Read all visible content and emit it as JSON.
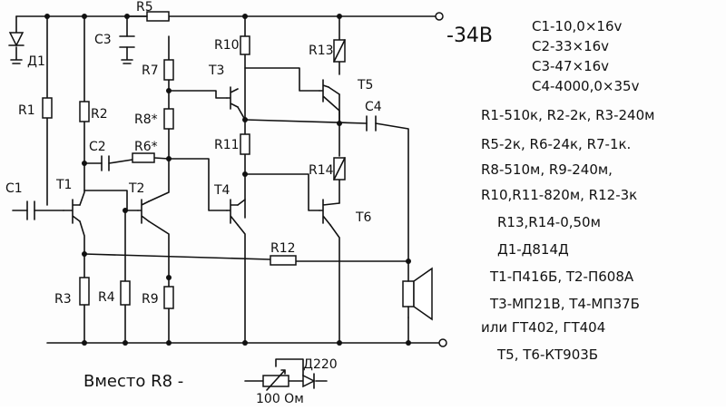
{
  "supply": "-34В",
  "labels": {
    "D1": "Д1",
    "R1": "R1",
    "R2": "R2",
    "R3": "R3",
    "R4": "R4",
    "R5": "R5",
    "R6": "R6*",
    "R7": "R7",
    "R8": "R8*",
    "R9": "R9",
    "R10": "R10",
    "R11": "R11",
    "R12": "R12",
    "R13": "R13",
    "R14": "R14",
    "C1": "C1",
    "C2": "C2",
    "C3": "C3",
    "C4": "C4",
    "T1": "T1",
    "T2": "T2",
    "T3": "T3",
    "T4": "T4",
    "T5": "T5",
    "T6": "T6"
  },
  "parts_list": [
    "C1-10,0×16v",
    "C2-33×16v",
    "C3-47×16v",
    "C4-4000,0×35v",
    "R1-510к, R2-2к, R3-240м",
    "R5-2к, R6-24к, R7-1к.",
    "R8-510м, R9-240м,",
    "R10,R11-820м, R12-3к",
    "R13,R14-0,50м",
    "Д1-Д814Д",
    "T1-П416Б, T2-П608А",
    "T3-МП21В, T4-МП37Б",
    "или ГТ402, ГТ404",
    "T5, T6-КТ903Б"
  ],
  "bottom_note": {
    "text": "Вместо R8 -",
    "pot": "100 Ом",
    "diode": "Д220"
  }
}
